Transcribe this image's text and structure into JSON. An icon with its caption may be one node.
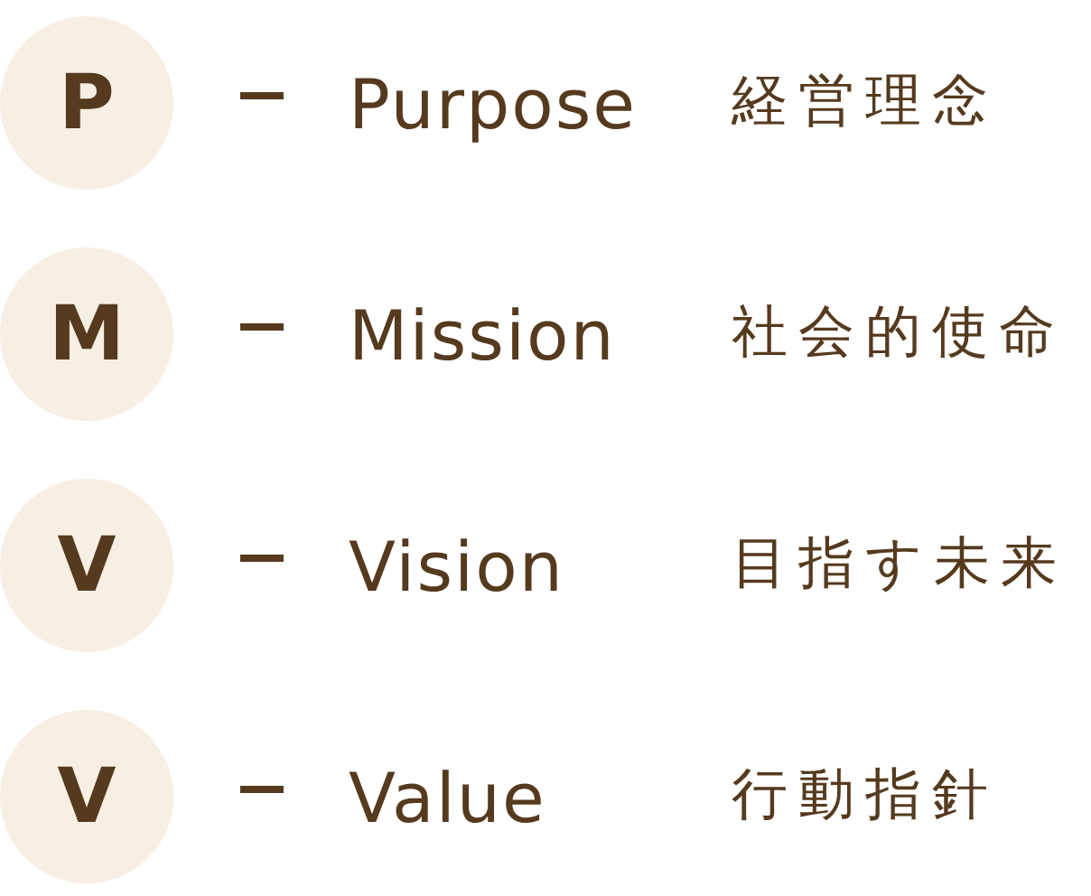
{
  "diagram": {
    "nodes": [
      {
        "text": [
          "P"
        ],
        "beside": [
          "Purpose",
          "経営理念"
        ]
      },
      {
        "text": [
          "M"
        ],
        "beside": [
          "Mission",
          "社会的使命"
        ]
      },
      {
        "text": [
          "V"
        ],
        "beside": [
          "Vision",
          "目指す未来"
        ]
      },
      {
        "text": [
          "V"
        ],
        "beside": [
          "Value",
          "行動指針"
        ]
      }
    ]
  }
}
